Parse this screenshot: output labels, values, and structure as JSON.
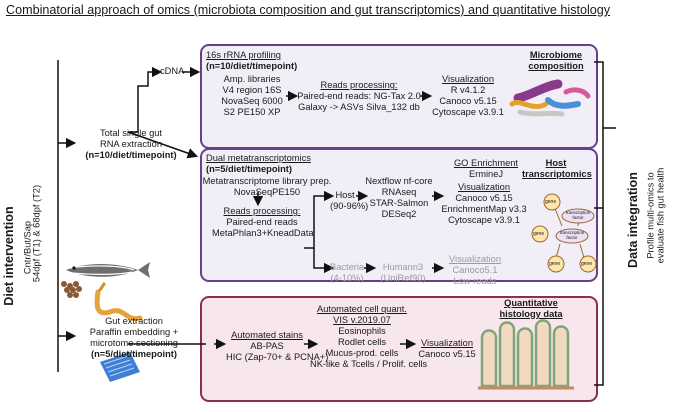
{
  "title": "Combinatorial approach of omics (microbiota composition and gut transcriptomics) and quantitative histology",
  "diet": {
    "heading": "Diet intervention",
    "groups": "Cntr/But/Sap",
    "timepoints": "54dpf (T1) & 68dpf (T2)"
  },
  "extraction": {
    "line1": "Total single gut",
    "line2": "RNA extraction",
    "n": "(n=10/diet/timepoint)"
  },
  "cdna": "cDNA",
  "microbiome": {
    "profiling_title": "16s rRNA profiling",
    "profiling_n": "(n=10/diet/timepoint)",
    "libraries": [
      "Amp. libraries",
      "V4 region 16S",
      "NovaSeq 6000",
      "S2 PE150 XP"
    ],
    "reads_title": "Reads processing:",
    "reads": [
      "Paired-end reads: NG-Tax 2.0",
      "Galaxy -> ASVs Silva_132 db"
    ],
    "vis_title": "Visualization",
    "vis": [
      "R v4.1.2",
      "Canoco v5.15",
      "Cytoscape v3.9.1"
    ],
    "label_line1": "Microbiome",
    "label_line2": "composition"
  },
  "transcriptomics": {
    "title": "Dual metatranscriptomics",
    "n": "(n=5/diet/timepoint)",
    "lib1": "Metatranscriptome library prep.",
    "lib2": "NovaSeqPE150",
    "reads_title": "Reads processing:",
    "reads": [
      "Paired-end reads",
      "MetaPhlan3+KneadData"
    ],
    "host": "Host",
    "host_pct": "(90-96%)",
    "host_tools": [
      "Nextflow nf-core",
      "RNAseq",
      "STAR-Salmon",
      "DESeq2"
    ],
    "go_title": "GO Enrichment",
    "go_tool": "ErmineJ",
    "vis_title": "Visualization",
    "vis": [
      "Canoco v5.15",
      "EnrichmentMap v3.3",
      "Cytoscape v3.9.1"
    ],
    "label_line1": "Host",
    "label_line2": "transcriptomics",
    "bacteria": "Bacteria",
    "bacteria_pct": "(4-10%)",
    "bact_tools": [
      "Humann3",
      "(UniRef90)"
    ],
    "bact_vis_title": "Visualization",
    "bact_vis": [
      "Canoco5.1",
      "Low reads"
    ],
    "network": {
      "gene": "gene",
      "tf": "transcription factor"
    }
  },
  "histology": {
    "gut1": "Gut extraction",
    "gut2": "Paraffin embedding +",
    "gut3": "microtome sectioning",
    "n": "(n=5/diet/timepoint)",
    "stains_title": "Automated stains",
    "stains": [
      "AB-PAS",
      "HIC (Zap-70+ & PCNA+)"
    ],
    "quant_title1": "Automated cell quant.",
    "quant_title2": "VIS v.2019.07",
    "quant": [
      "Eosinophils",
      "Rodlet cells",
      "Mucus-prod. cells",
      "NK-like & Tcells / Prolif. cells"
    ],
    "vis_title": "Visualization",
    "vis": "Canoco v5.15",
    "label_line1": "Quantitative",
    "label_line2": "histology data"
  },
  "integration": {
    "heading": "Data integration",
    "line1": "Profile multi-omics to",
    "line2": "evaluate fish gut health"
  },
  "colors": {
    "purple_border": "#6a3e8a",
    "pink_border": "#8a2f4f",
    "purple_fill": "#f2eef7",
    "pink_fill": "#f7e6ec"
  }
}
